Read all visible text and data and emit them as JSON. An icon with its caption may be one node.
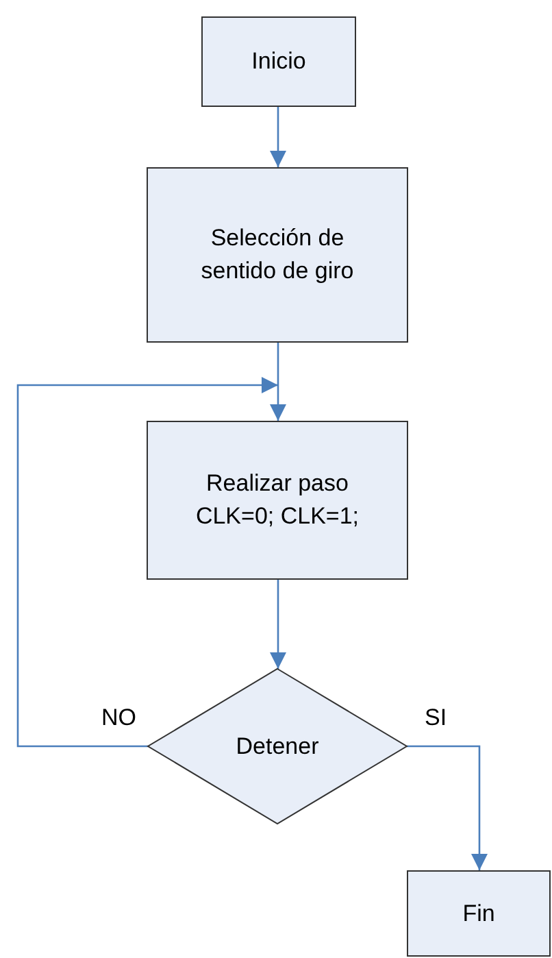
{
  "diagram": {
    "nodes": [
      {
        "text": [
          "Inicio"
        ]
      },
      {
        "text": [
          "Selección de sentido de giro"
        ]
      },
      {
        "text": [
          "Realizar paso CLK=0; CLK=1;"
        ]
      },
      {
        "text": [
          "Detener"
        ]
      },
      {
        "text": [
          "Fin"
        ]
      }
    ],
    "edges": [
      {
        "from": 0,
        "to": 1,
        "arrow": "to"
      },
      {
        "from": 1,
        "to": 2,
        "arrow": "to"
      },
      {
        "from": 2,
        "to": 3,
        "arrow": "to"
      },
      {
        "from": 3,
        "to": 2,
        "arrow": "to",
        "label": "NO"
      },
      {
        "from": 3,
        "to": 4,
        "arrow": "to",
        "label": "SI"
      }
    ]
  }
}
